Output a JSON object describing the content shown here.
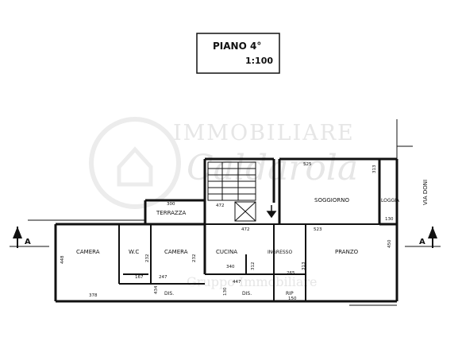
{
  "title_box": {
    "title": "PIANO  4°",
    "scale": "1:100"
  },
  "watermark": {
    "line1": "IMMOBILIARE",
    "line2": "Caldarola",
    "line3": "Gruppo Immobiliare"
  },
  "rooms": {
    "camera_left": "CAMERA",
    "wc": "W.C",
    "camera_mid": "CAMERA",
    "terrazza": "TERRAZZA",
    "cucina": "CUCINA",
    "ingresso": "INGRESSO",
    "soggiorno": "SOGGIORNO",
    "pranzo": "PRANZO",
    "loggia": "LOGGIA",
    "dis_left": "DIS.",
    "dis_mid": "DIS.",
    "rip": "RIP"
  },
  "street": "VIA DONI",
  "section_marks": {
    "left": "A",
    "right": "A"
  },
  "dimensions": {
    "camera_height": "448",
    "camera_width": "378",
    "wc_width": "167",
    "wc_height": "232",
    "camera_mid_width": "247",
    "camera_mid_height": "232",
    "dis_left_width": "434",
    "dis_mid_width": "447",
    "dis_mid_height": "130",
    "terrazza_width": "300",
    "stair_width": "472",
    "stair_top_width": "472",
    "cucina_width": "340",
    "ingresso_height": "312",
    "rip_width": "265",
    "rip_height": "313",
    "rip_bottom": "150",
    "pranzo_width": "523",
    "pranzo_height": "450",
    "soggiorno_width": "525",
    "soggiorno_depth": "313",
    "loggia_width": "130"
  }
}
